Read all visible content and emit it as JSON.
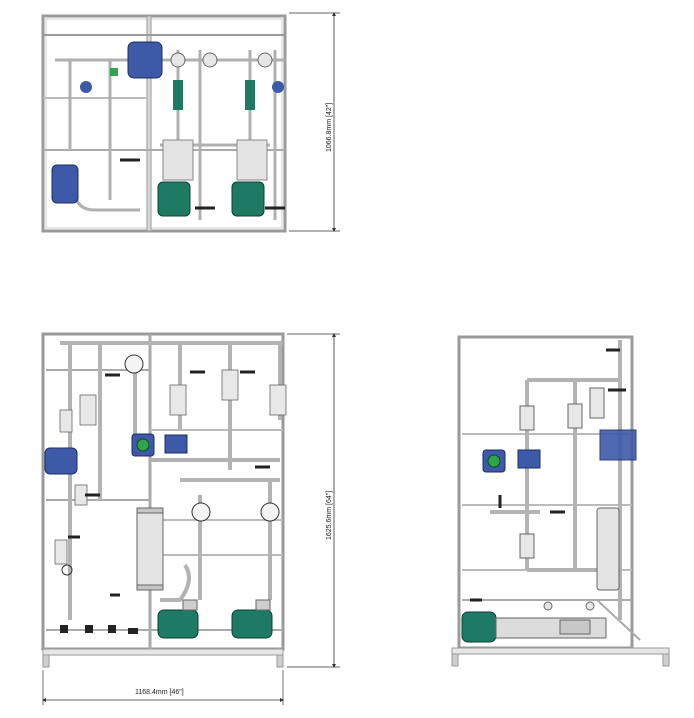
{
  "dimensions": {
    "top_height": "1066.8mm",
    "top_height_in": "42\"",
    "front_height": "1625.6mm",
    "front_height_in": "64\"",
    "front_width": "1168.4mm",
    "front_width_in": "46\""
  },
  "colors": {
    "frame": "#9a9a9a",
    "frame_fill": "#efefef",
    "pipe": "#d6d6d6",
    "motor_teal": "#1f7a63",
    "motor_blue": "#3c5aa8",
    "valve_dark": "#2a2a2a",
    "gauge_green": "#2fa44a",
    "dim_line": "#333333"
  },
  "views": [
    "top-view",
    "front-view",
    "side-view"
  ]
}
